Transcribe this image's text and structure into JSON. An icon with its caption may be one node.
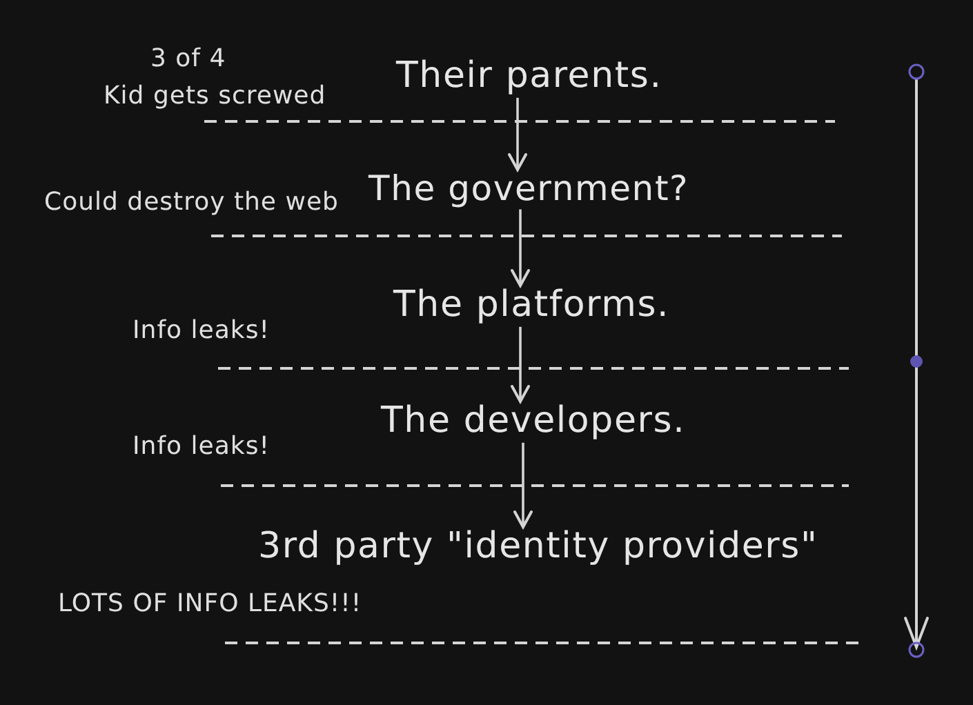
{
  "diagram": {
    "nodes": [
      {
        "text": [
          "Their parents."
        ],
        "beside": [
          "3 of 4",
          "Kid gets screwed"
        ]
      },
      {
        "text": [
          "The government?"
        ],
        "beside": [
          "Could destroy the web"
        ]
      },
      {
        "text": [
          "The platforms."
        ]
      },
      {
        "text": [
          "The developers."
        ]
      },
      {
        "text": [
          "3rd party \"identity providers\""
        ],
        "beside": [
          "LOTS OF INFO LEAKS!!!"
        ]
      }
    ],
    "edges": [
      {
        "from": 0,
        "to": 1,
        "arrow": "to"
      },
      {
        "from": 1,
        "to": 2,
        "arrow": "to"
      },
      {
        "from": 2,
        "to": 3,
        "arrow": "to"
      },
      {
        "from": 3,
        "to": 4,
        "arrow": "to"
      }
    ],
    "labels": [
      "Info leaks!",
      "Info leaks!"
    ]
  }
}
